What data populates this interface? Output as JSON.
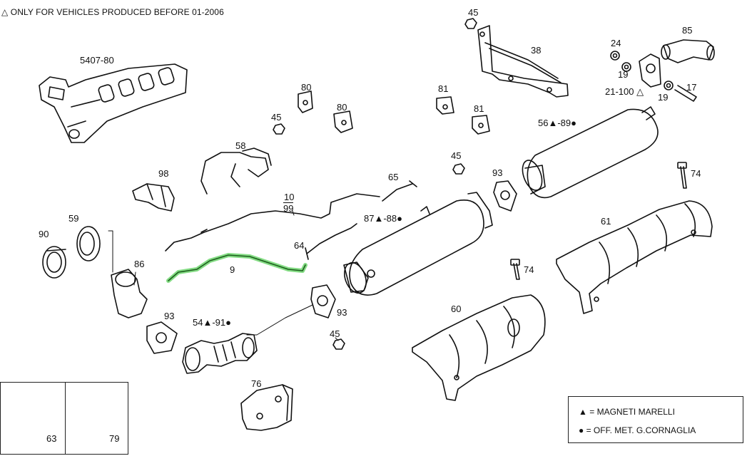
{
  "note": "△ ONLY FOR VEHICLES PRODUCED BEFORE 01-2006",
  "labels": {
    "p5407": "5407-80",
    "p45a": "45",
    "p45b": "45",
    "p45c": "45",
    "p45d": "45",
    "p38": "38",
    "p85": "85",
    "p24": "24",
    "p19a": "19",
    "p19b": "19",
    "p17": "17",
    "p21": "21-100 △",
    "p80a": "80",
    "p80b": "80",
    "p81a": "81",
    "p81b": "81",
    "p56": "56▲-89●",
    "p58": "58",
    "p98": "98",
    "p74a": "74",
    "p74b": "74",
    "p65": "65",
    "p93a": "93",
    "p93b": "93",
    "p93c": "93",
    "p10": "10",
    "p99": "99",
    "p87": "87▲-88●",
    "p59": "59",
    "p61": "61",
    "p90": "90",
    "p64": "64",
    "p86": "86",
    "p9": "9",
    "p60": "60",
    "p54": "54▲-91●",
    "p76": "76",
    "p63": "63",
    "p79": "79"
  },
  "legend": {
    "row1_symbol": "▲",
    "row1_text": "=   MAGNETI MARELLI",
    "row2_symbol": "●",
    "row2_text": "=   OFF. MET. G.CORNAGLIA"
  },
  "highlight": {
    "part": "9",
    "color": "#6fd66f"
  }
}
